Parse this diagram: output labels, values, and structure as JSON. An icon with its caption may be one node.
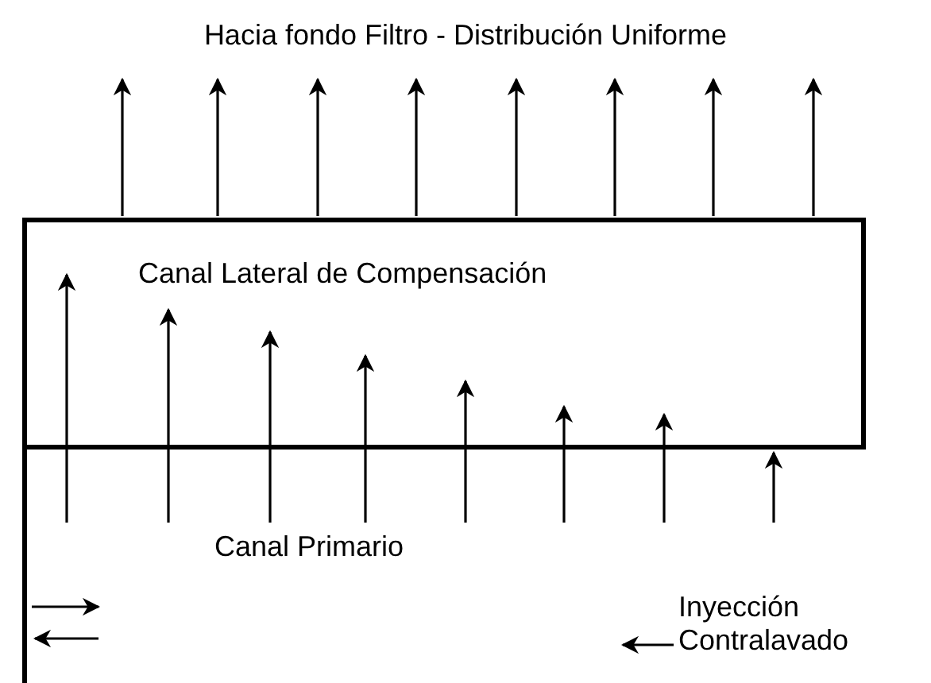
{
  "diagram": {
    "nodes": [
      {
        "text": [
          "Hacia fondo Filtro - Distribución Uniforme"
        ]
      },
      {
        "text": [
          "Canal Lateral de Compensación"
        ]
      },
      {
        "text": [
          "Canal Primario"
        ]
      },
      {
        "text": [
          "Inyección Contralavado"
        ],
        "in": 2
      }
    ],
    "edges": [
      {
        "from": 1,
        "to": 0,
        "arrow": "to"
      },
      {
        "from": 1,
        "to": 0,
        "arrow": "to"
      },
      {
        "from": 1,
        "to": 0,
        "arrow": "to"
      },
      {
        "from": 1,
        "to": 0,
        "arrow": "to"
      },
      {
        "from": 1,
        "to": 0,
        "arrow": "to"
      },
      {
        "from": 1,
        "to": 0,
        "arrow": "to"
      },
      {
        "from": 1,
        "to": 0,
        "arrow": "to"
      },
      {
        "from": 1,
        "to": 0,
        "arrow": "to"
      },
      {
        "from": 2,
        "to": 1,
        "arrow": "to"
      },
      {
        "from": 2,
        "to": 1,
        "arrow": "to"
      },
      {
        "from": 2,
        "to": 1,
        "arrow": "to"
      },
      {
        "from": 2,
        "to": 1,
        "arrow": "to"
      },
      {
        "from": 2,
        "to": 1,
        "arrow": "to"
      },
      {
        "from": 2,
        "to": 1,
        "arrow": "to"
      },
      {
        "from": 2,
        "to": 1,
        "arrow": "to"
      },
      {
        "from": 2,
        "to": 1,
        "arrow": "to"
      },
      {
        "from": 3,
        "to": 2,
        "arrow": "to"
      }
    ]
  }
}
